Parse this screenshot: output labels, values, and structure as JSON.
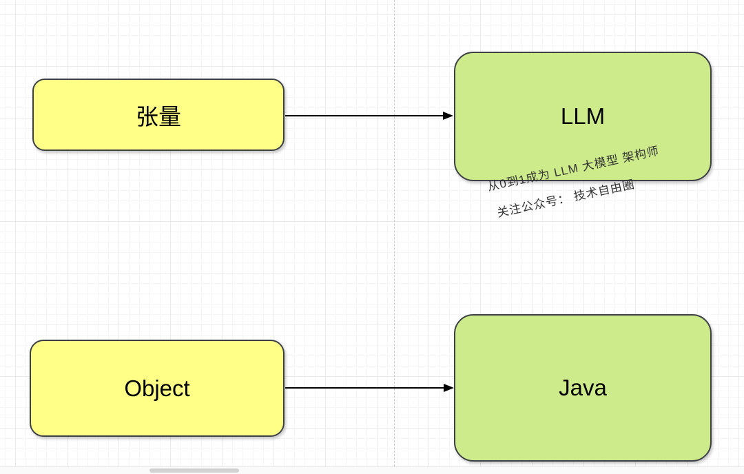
{
  "canvas": {
    "background": "#FFFFFF",
    "grid_minor_color": "#F6F6F6",
    "grid_major_color": "#EBEBEB",
    "page_separator_color": "#C9C9C9",
    "connector_color": "#000000"
  },
  "nodes": [
    {
      "id": "tensor",
      "label": "张量",
      "fill": "#FFFF88",
      "stroke": "#3D4045",
      "shape": "rounded-rectangle"
    },
    {
      "id": "llm",
      "label": "LLM",
      "fill": "#CDEB8B",
      "stroke": "#3D4045",
      "shape": "rounded-rectangle"
    },
    {
      "id": "object",
      "label": "Object",
      "fill": "#FFFF88",
      "stroke": "#3D4045",
      "shape": "rounded-rectangle"
    },
    {
      "id": "java",
      "label": "Java",
      "fill": "#CDEB8B",
      "stroke": "#3D4045",
      "shape": "rounded-rectangle"
    }
  ],
  "edges": [
    {
      "from": "张量",
      "to": "LLM",
      "style": "solid-arrow"
    },
    {
      "from": "Object",
      "to": "Java",
      "style": "solid-arrow"
    }
  ],
  "watermark": {
    "line1": "从0到1成为 LLM 大模型 架构师",
    "line2": "关注公众号： 技术自由圈",
    "color": "#333333"
  },
  "scrollbar": {
    "orientation": "horizontal",
    "track_color": "#FAFAFA",
    "thumb_color": "#D2D2D2"
  }
}
